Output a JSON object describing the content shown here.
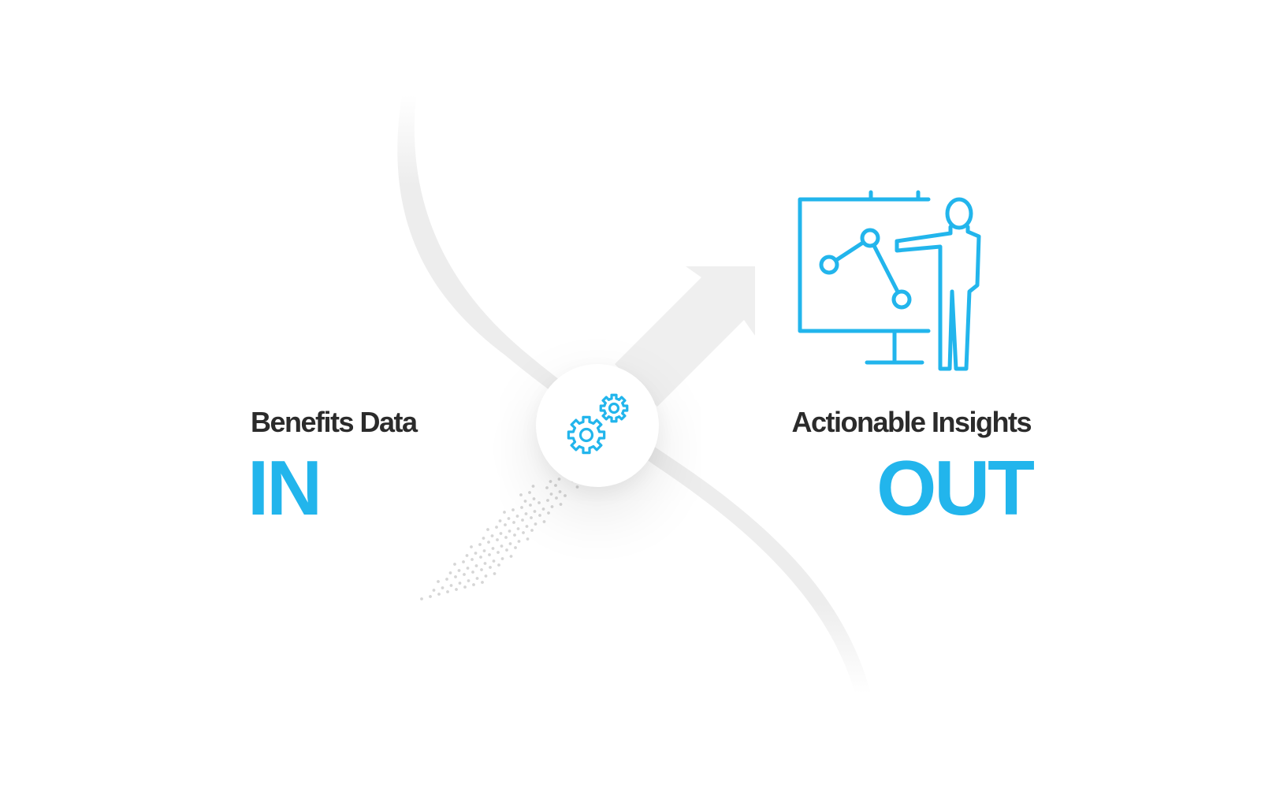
{
  "left": {
    "title": "Benefits Data",
    "big": "IN"
  },
  "right": {
    "title": "Actionable Insights",
    "big": "OUT"
  },
  "colors": {
    "accent": "#22b5ec",
    "text": "#2b2b2b",
    "decor": "#ededed"
  },
  "icons": {
    "center": "gears-icon",
    "right": "presenter-chart-icon",
    "arrow": "arrow-up-right-icon"
  }
}
